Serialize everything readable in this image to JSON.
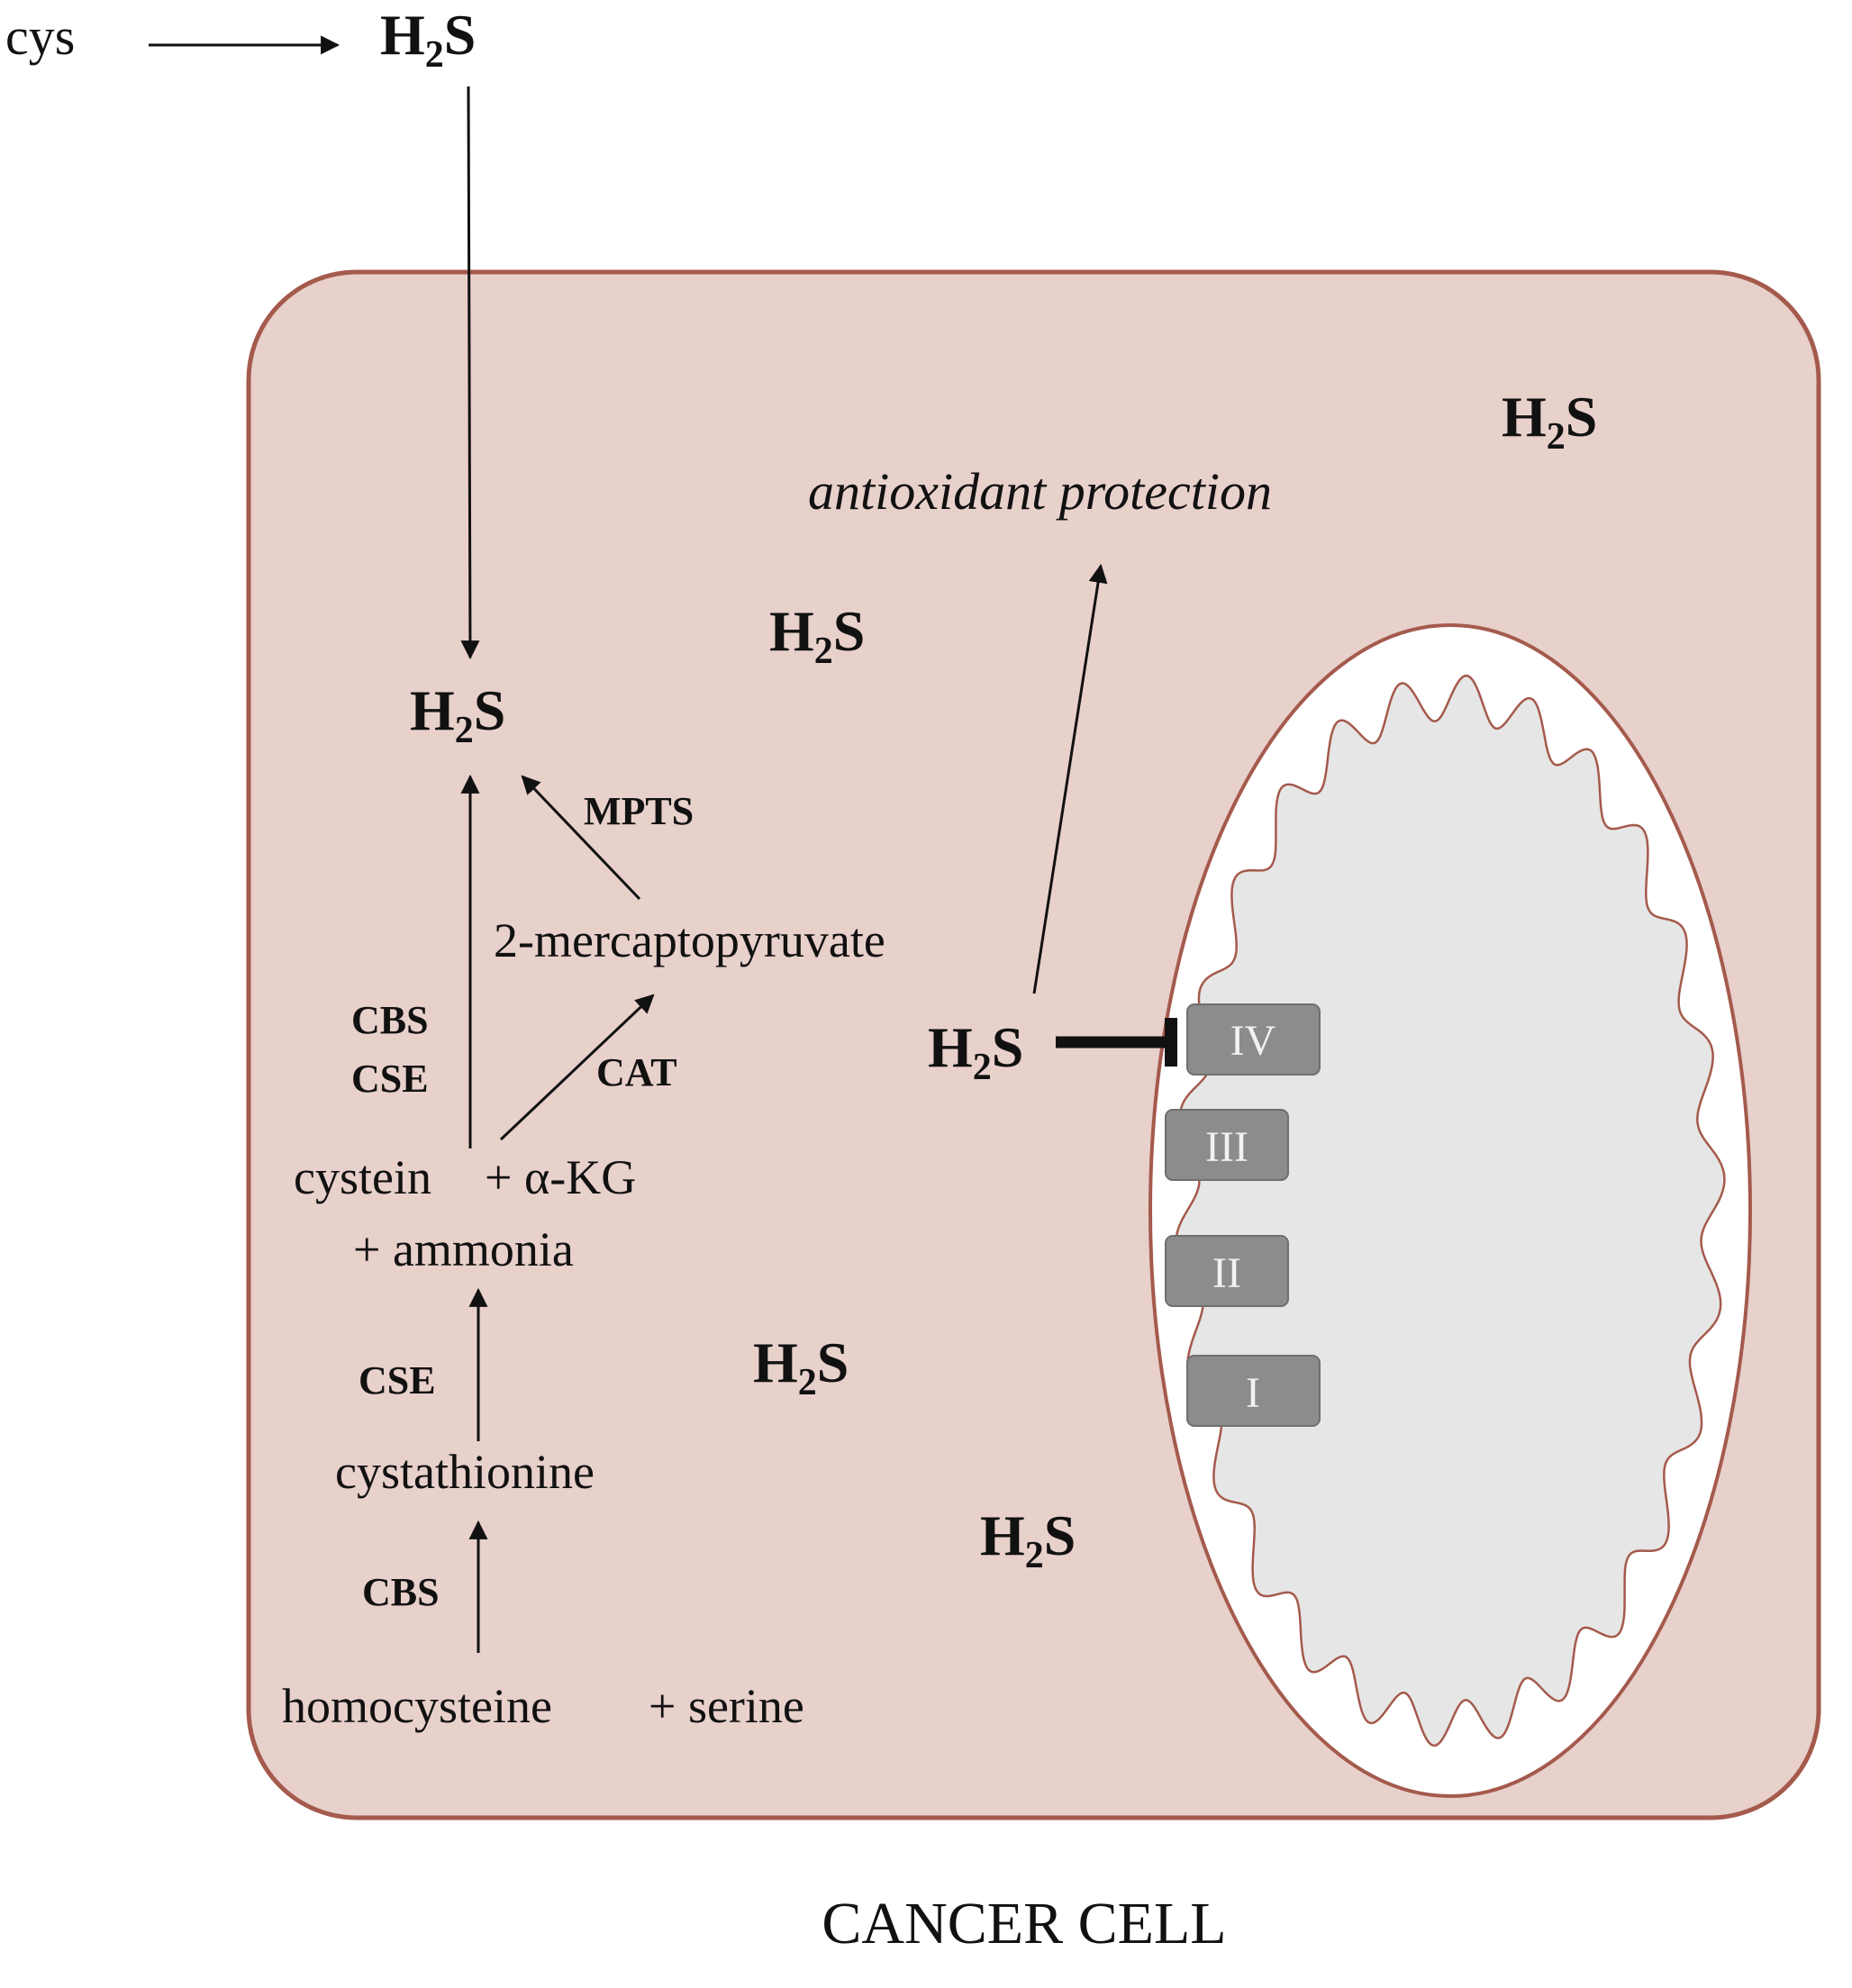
{
  "external": {
    "source_label": "cys",
    "h2s_main": "H",
    "h2s_sub": "2",
    "h2s_tail": "S"
  },
  "cell": {
    "caption": "CANCER CELL",
    "fill_color": "#e8d0cb",
    "border_color": "#a45a4c"
  },
  "pathway": {
    "h2s_product": {
      "main": "H",
      "sub": "2",
      "tail": "S"
    },
    "mpts_label": "MPTS",
    "intermediate": "2-mercaptopyruvate",
    "cat_label": "CAT",
    "cbs_label_upper": "CBS",
    "cse_label_upper": "CSE",
    "substrate_line1_a": "cystein",
    "substrate_line1_b": "+ α-KG",
    "substrate_line2": "+ ammonia",
    "cse_label_lower": "CSE",
    "cystathionine": "cystathionine",
    "cbs_label_lower": "CBS",
    "precursor_a": "homocysteine",
    "precursor_b": "+ serine"
  },
  "free_h2s": [
    {
      "main": "H",
      "sub": "2",
      "tail": "S"
    },
    {
      "main": "H",
      "sub": "2",
      "tail": "S"
    },
    {
      "main": "H",
      "sub": "2",
      "tail": "S"
    },
    {
      "main": "H",
      "sub": "2",
      "tail": "S"
    }
  ],
  "inhibitor": {
    "h2s": {
      "main": "H",
      "sub": "2",
      "tail": "S"
    },
    "effect": "antioxidant protection"
  },
  "mitochondrion": {
    "matrix_color": "#e6e6e6",
    "complex_color": "#8c8c8c",
    "complexes": [
      "IV",
      "III",
      "II",
      "I"
    ]
  }
}
